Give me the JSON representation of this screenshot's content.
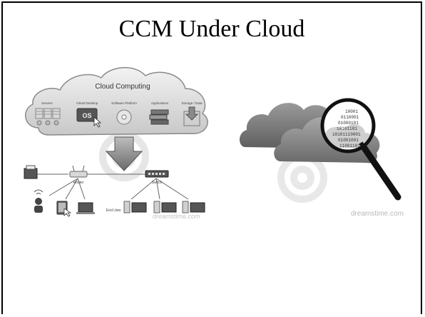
{
  "slide": {
    "title": "CCM Under Cloud"
  },
  "left_figure": {
    "cloud_title": "Cloud Computing",
    "categories": [
      "Servers",
      "Virtual Desktop",
      "Software Platform",
      "Applications",
      "Storage / Data"
    ],
    "os_label": "OS",
    "router_label": "Router",
    "switch_label": "Switch",
    "end_user_label": "End User",
    "watermark": "dreamstime.com"
  },
  "right_figure": {
    "binary_text": [
      "10001",
      "0110001",
      "01000101",
      "10101101",
      "10101110001",
      "01001001",
      "11001101"
    ],
    "watermark": "dreamstime.com"
  }
}
